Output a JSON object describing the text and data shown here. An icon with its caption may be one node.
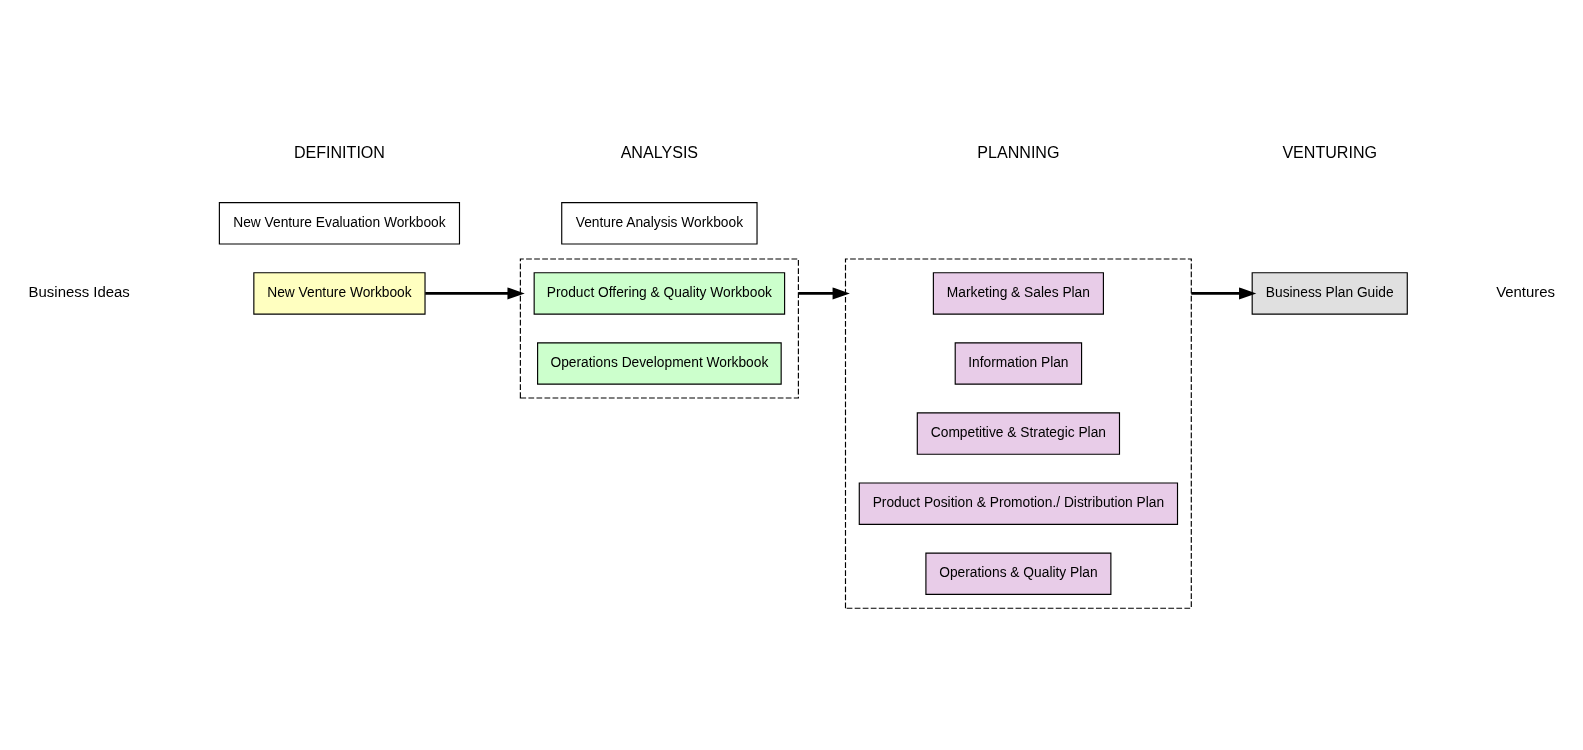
{
  "diagram": {
    "nodes": [
      {
        "text": [
          "New Venture Workbook"
        ]
      },
      {
        "text": [
          "New Venture Evaluation Workbook"
        ]
      },
      {
        "text": [],
        "shape": "box"
      },
      {
        "text": [
          "Product Offering & Quality Workbook"
        ],
        "in": 2
      },
      {
        "text": [
          "Operations Development Workbook"
        ],
        "in": 2
      },
      {
        "text": [
          "Venture Analysis Workbook"
        ]
      },
      {
        "text": [],
        "shape": "box"
      },
      {
        "text": [
          "Marketing & Sales Plan"
        ],
        "in": 6
      },
      {
        "text": [
          "Information Plan"
        ],
        "in": 6
      },
      {
        "text": [
          "Competitive & Strategic Plan"
        ],
        "in": 6
      },
      {
        "text": [
          "Product Position & Promotion./ Distribution Plan"
        ],
        "in": 6
      },
      {
        "text": [
          "Operations & Quality Plan"
        ],
        "in": 6
      },
      {
        "text": [
          "Business Plan Guide"
        ]
      }
    ],
    "edges": [
      {
        "from": 0,
        "to": 2,
        "arrow": "to"
      },
      {
        "from": 2,
        "to": 6,
        "arrow": "to"
      },
      {
        "from": 6,
        "to": 12,
        "arrow": "to"
      }
    ],
    "labels": [
      "DEFINITION",
      "ANALYSIS",
      "PLANNING",
      "VENTURING",
      "Business Ideas",
      "Ventures"
    ]
  }
}
